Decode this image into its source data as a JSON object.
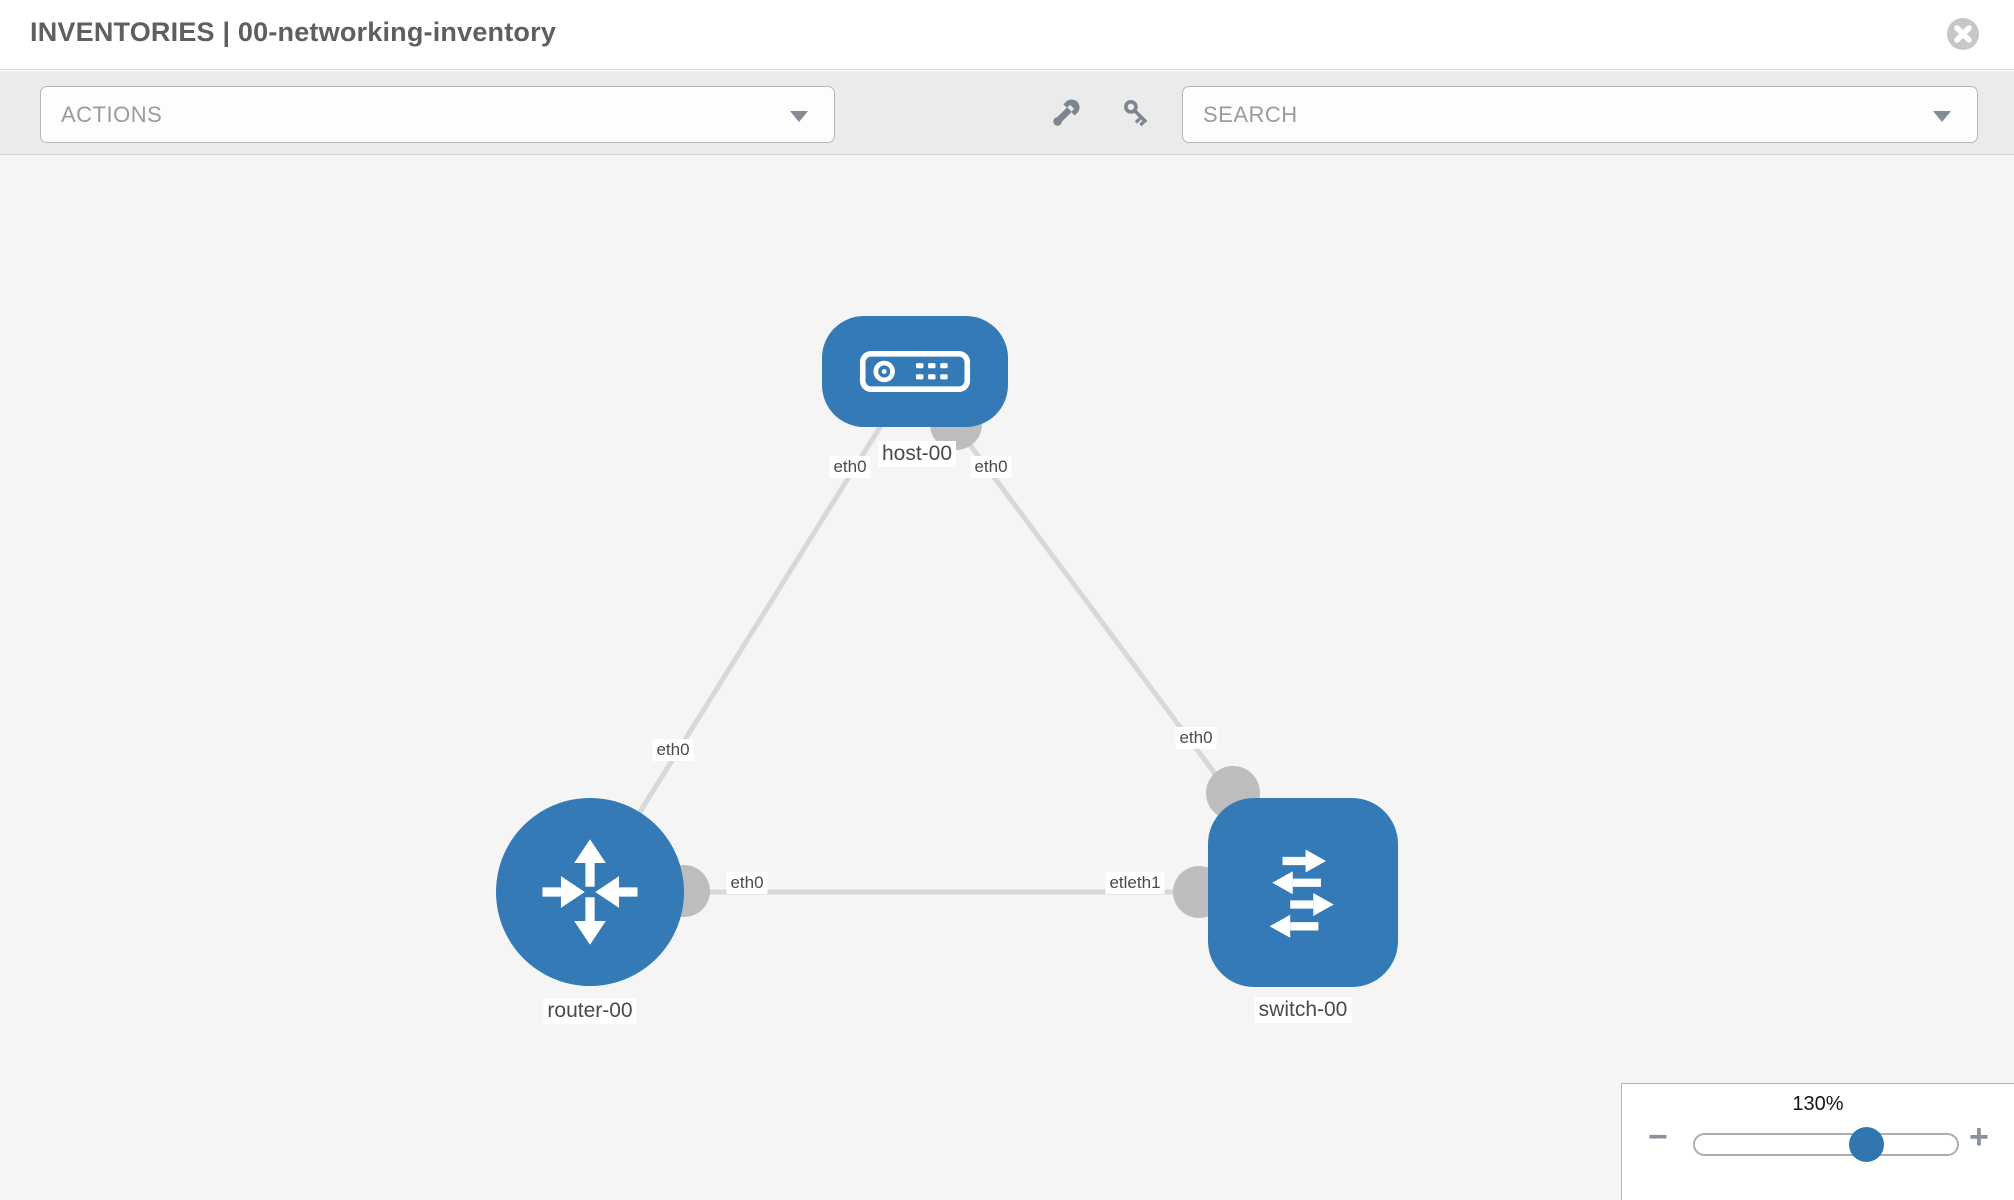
{
  "header": {
    "title": "INVENTORIES | 00-networking-inventory"
  },
  "toolbar": {
    "actions_label": "ACTIONS",
    "search_placeholder": "SEARCH",
    "icons": {
      "left": "wrench-icon",
      "right": "key-icon"
    }
  },
  "canvas": {
    "nodes": [
      {
        "id": "host-00",
        "type": "host",
        "label": "host-00"
      },
      {
        "id": "router-00",
        "type": "router",
        "label": "router-00"
      },
      {
        "id": "switch-00",
        "type": "switch",
        "label": "switch-00"
      }
    ],
    "links": [
      {
        "from": "host-00",
        "to": "router-00",
        "from_label": "eth0",
        "to_label": "eth0"
      },
      {
        "from": "host-00",
        "to": "switch-00",
        "from_label": "eth0",
        "to_label": "eth0"
      },
      {
        "from": "router-00",
        "to": "switch-00",
        "from_label": "eth0",
        "to_label": "etleth1"
      }
    ]
  },
  "zoom": {
    "value": "130%",
    "minus": "−",
    "plus": "+",
    "percent_along_track": 64
  },
  "colors": {
    "node_blue": "#337ab7",
    "slider_blue": "#3276b1",
    "link_gray": "#d8d8d8",
    "port_gray": "#bdbdbd",
    "canvas_bg": "#f5f5f5",
    "toolbar_bg": "#ebebeb"
  }
}
